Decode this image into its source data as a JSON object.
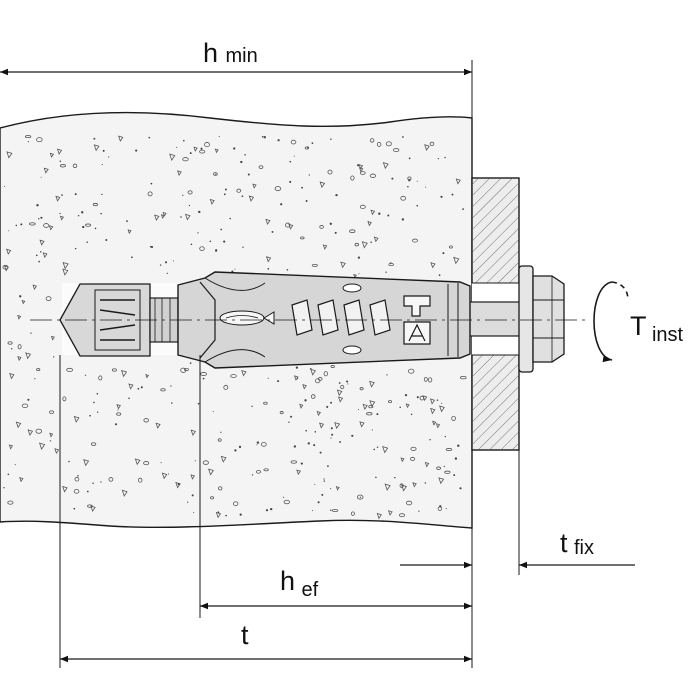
{
  "labels": {
    "h_min": {
      "main": "h",
      "sub": "min"
    },
    "t_inst": {
      "main": "T",
      "sub": "inst"
    },
    "t_fix": {
      "main": "t",
      "sub": "fix"
    },
    "h_ef": {
      "main": "h",
      "sub": "ef"
    },
    "t": {
      "main": "t"
    }
  },
  "colors": {
    "line": "#1a1a1a",
    "concrete": "#f2f2f2",
    "anchor": "#d4d4d4",
    "fixture": "#e9e9e9"
  }
}
